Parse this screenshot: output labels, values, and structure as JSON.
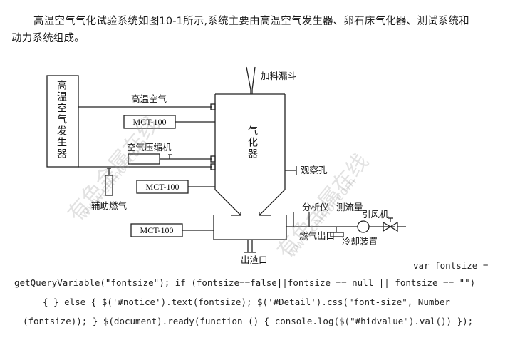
{
  "intro": {
    "line1": "高温空气气化试验系统如图10-1所示,系统主要由高温空气发生器、卵石床气化器、测试系统和",
    "line2": "动力系统组成。"
  },
  "figure": {
    "generator_label": "高温空气发生器",
    "hot_air": "高温空气",
    "mct_1": "MCT-100",
    "mct_2": "MCT-100",
    "mct_3": "MCT-100",
    "compressor": "空气压缩机",
    "aux_gas": "辅助燃气",
    "hopper": "加料漏斗",
    "gasifier": "气化器",
    "window": "观察孔",
    "analyzer": "分析仪",
    "flowmeter": "测流量",
    "fan": "引风机",
    "gas_outlet": "燃气出口",
    "cooling": "冷却装置",
    "slag_outlet": "出渣口"
  },
  "watermark": {
    "text_a": "有色金属在线",
    "text_b": "www.cnmol.com",
    "text_c": "有色金属在线",
    "text_d": "www.cnmol.com"
  },
  "code": {
    "line1": "var fontsize =",
    "line2": "getQueryVariable(\"fontsize\"); if (fontsize==false||fontsize == null || fontsize == \"\")",
    "line3": "{ } else { $('#notice').text(fontsize); $('#Detail').css(\"font-size\", Number",
    "line4": "(fontsize)); } $(document).ready(function () { console.log($(\"#hidvalue\").val()) });"
  }
}
